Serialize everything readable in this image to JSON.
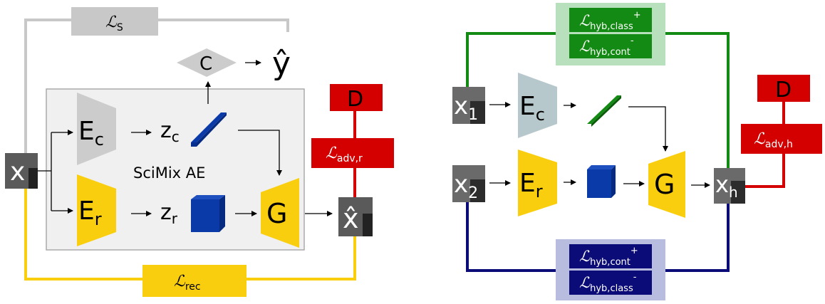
{
  "left": {
    "loss_s": {
      "main": "ℒ",
      "sub": "S"
    },
    "classifier": "C",
    "y_hat": "ŷ",
    "encoder_c": {
      "main": "E",
      "sub": "c"
    },
    "encoder_r": {
      "main": "E",
      "sub": "r"
    },
    "z_c": {
      "main": "z",
      "sub": "c"
    },
    "z_r": {
      "main": "z",
      "sub": "r"
    },
    "ae_label": "SciMix AE",
    "discriminator": "D",
    "loss_adv": {
      "main": "ℒ",
      "sub": "adv,r"
    },
    "generator": "G",
    "input": "x",
    "x_hat": "x̂",
    "loss_rec": {
      "main": "ℒ",
      "sub": "rec"
    }
  },
  "right": {
    "loss_top": [
      {
        "main": "ℒ",
        "sub": "hyb,class",
        "sup": "+"
      },
      {
        "main": "ℒ",
        "sub": "hyb,cont",
        "sup": "-"
      }
    ],
    "x1": {
      "main": "x",
      "sub": "1"
    },
    "x2": {
      "main": "x",
      "sub": "2"
    },
    "encoder_c": {
      "main": "E",
      "sub": "c"
    },
    "encoder_r": {
      "main": "E",
      "sub": "r"
    },
    "generator": "G",
    "xh": {
      "main": "x",
      "sub": "h"
    },
    "discriminator": "D",
    "loss_adv": {
      "main": "ℒ",
      "sub": "adv,h"
    },
    "loss_bottom": [
      {
        "main": "ℒ",
        "sub": "hyb,cont",
        "sup": "+"
      },
      {
        "main": "ℒ",
        "sub": "hyb,class",
        "sup": "-"
      }
    ]
  },
  "colors": {
    "gray_line": "#c8c8c8",
    "yellow": "#f9ce0f",
    "red": "#d40000",
    "green": "#138a13",
    "navy": "#0c0c78",
    "blue_box": "#0a3aa8",
    "light_green": "#b9e0bc",
    "light_blue": "#b8bde0",
    "ae_bg": "#f0f0f0",
    "gray_trap": "#cccccc",
    "slate_trap": "#b7c8cd",
    "image_tile": "#5a5a5a"
  }
}
